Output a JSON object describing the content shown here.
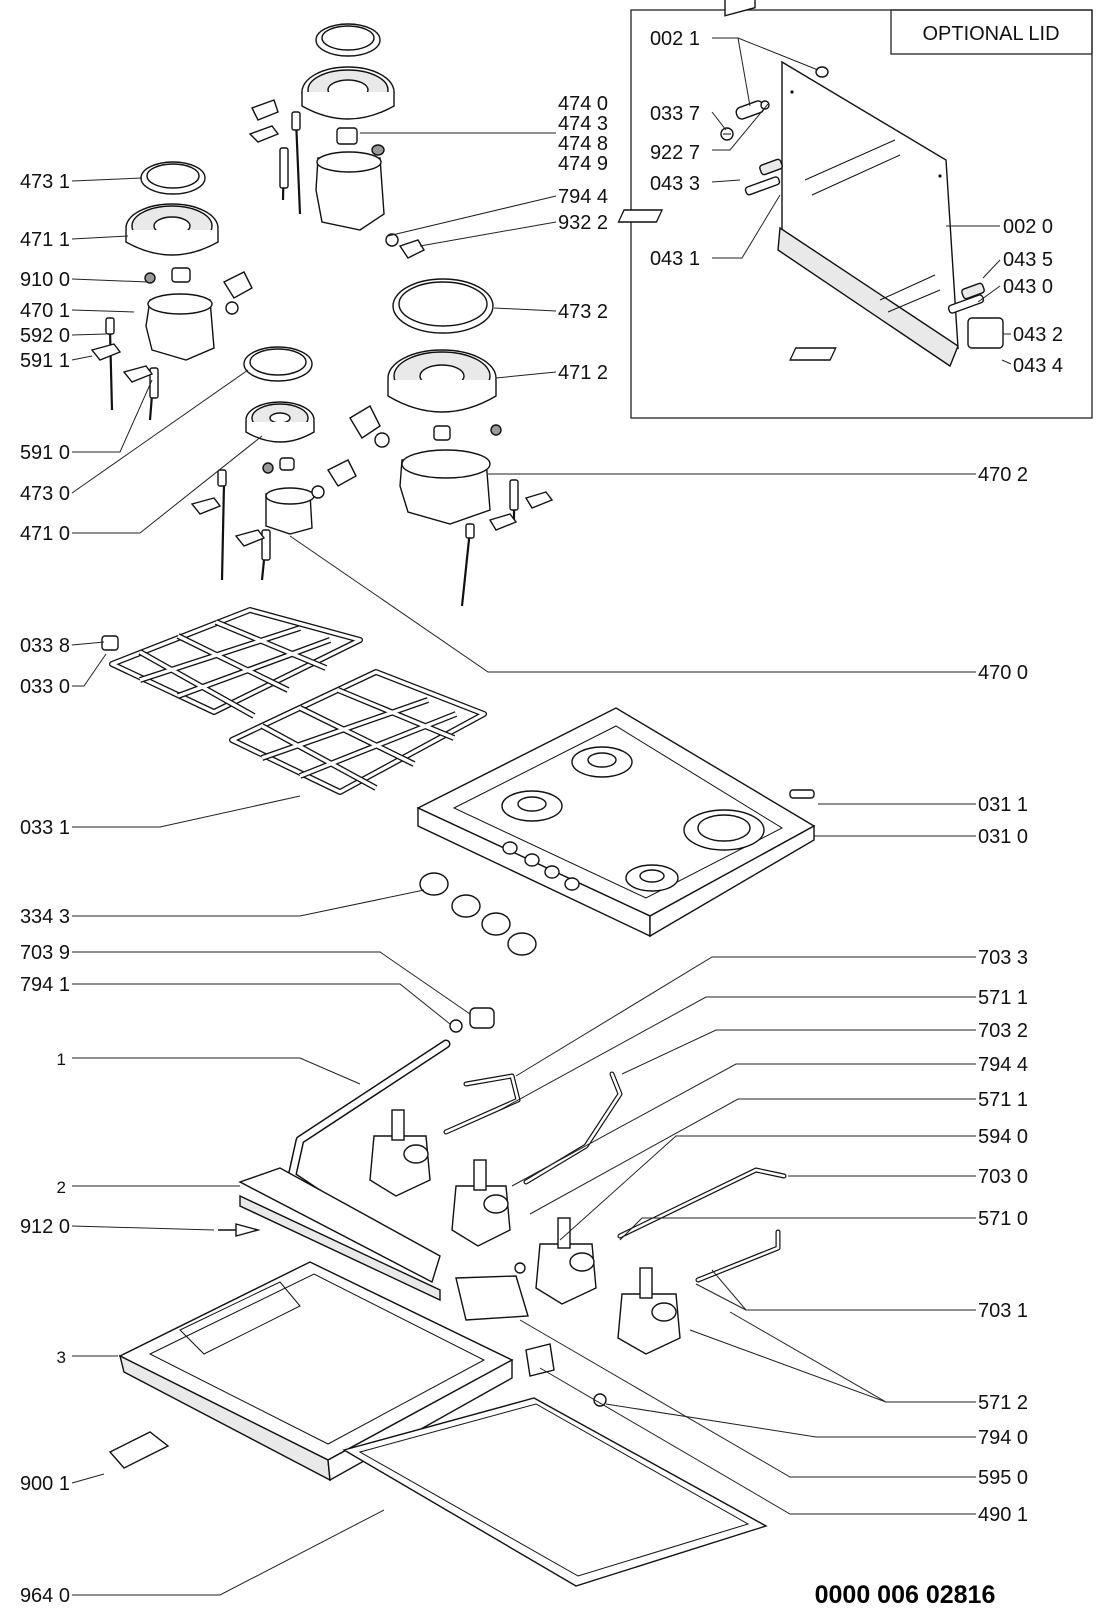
{
  "diagram": {
    "optional_lid_title": "OPTIONAL LID",
    "document_number": "0000 006 02816",
    "labels": {
      "l_0021": "002 1",
      "l_0337": "033 7",
      "l_9227": "922 7",
      "l_0433": "043 3",
      "l_0431": "043 1",
      "l_0020": "002 0",
      "l_0435": "043 5",
      "l_0430": "043 0",
      "l_0432": "043 2",
      "l_0434": "043 4",
      "l_4740": "474 0",
      "l_4743": "474 3",
      "l_4748": "474 8",
      "l_4749": "474 9",
      "l_7944a": "794 4",
      "l_9322": "932 2",
      "l_4731": "473 1",
      "l_4711": "471 1",
      "l_9100": "910 0",
      "l_4701": "470 1",
      "l_5920": "592 0",
      "l_5911": "591 1",
      "l_4732": "473 2",
      "l_4712": "471 2",
      "l_5910": "591 0",
      "l_4730": "473 0",
      "l_4710": "471 0",
      "l_4702": "470 2",
      "l_4700": "470 0",
      "l_0338": "033 8",
      "l_0330": "033 0",
      "l_0331": "033 1",
      "l_0311": "031 1",
      "l_0310": "031 0",
      "l_3343": "334 3",
      "l_7039": "703 9",
      "l_7941": "794 1",
      "l_1": "1",
      "l_2": "2",
      "l_9120": "912 0",
      "l_3": "3",
      "l_9001": "900 1",
      "l_9640": "964 0",
      "l_7033": "703 3",
      "l_5711a": "571 1",
      "l_7032": "703 2",
      "l_7944b": "794 4",
      "l_5711b": "571 1",
      "l_5940": "594 0",
      "l_7030": "703 0",
      "l_5710": "571 0",
      "l_7031": "703 1",
      "l_5712": "571 2",
      "l_7940": "794 0",
      "l_5950": "595 0",
      "l_4901": "490 1"
    }
  }
}
